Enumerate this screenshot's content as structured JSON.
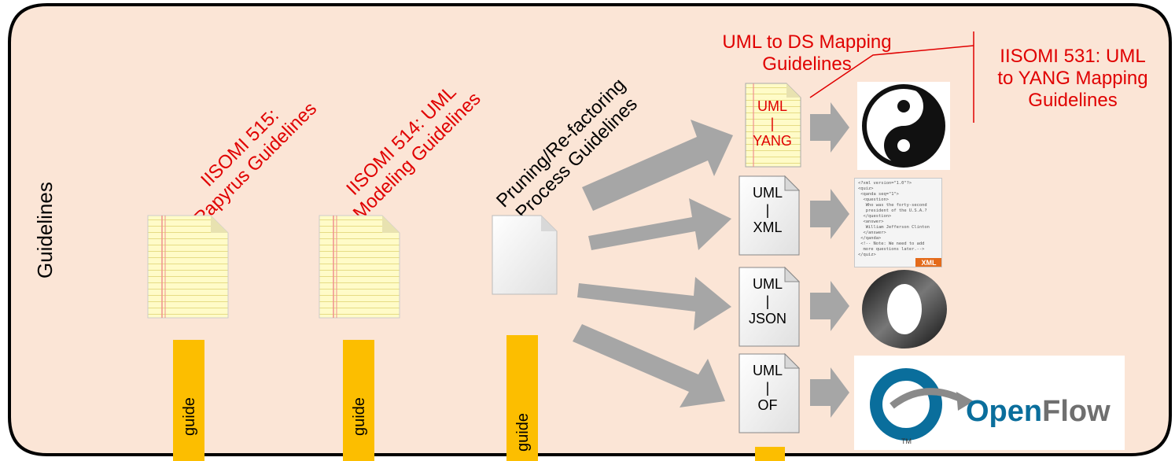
{
  "panel": {
    "title": "Guidelines",
    "background": "#fbe5d6",
    "border": "#000000"
  },
  "guidelines": [
    {
      "title_line1": "IISOMI 515:",
      "title_line2": "Papyrus Guidelines",
      "tag": "guide",
      "color": "#e00000"
    },
    {
      "title_line1": "IISOMI 514: UML",
      "title_line2": "Modeling Guidelines",
      "tag": "guide",
      "color": "#e00000"
    },
    {
      "title_line1": "Pruning/Re-factoring",
      "title_line2": "Process Guidelines",
      "tag": "guide",
      "color": "#000000"
    }
  ],
  "mapping": {
    "title_line1": "UML to DS Mapping",
    "title_line2": "Guidelines",
    "callout_line1": "IISOMI 531: UML",
    "callout_line2": "to YANG Mapping",
    "callout_line3": "Guidelines"
  },
  "documents": [
    {
      "line1": "UML",
      "line2": "|",
      "line3": "YANG",
      "style": "notepad",
      "text_color": "#e00000"
    },
    {
      "line1": "UML",
      "line2": "|",
      "line3": "XML",
      "style": "blank",
      "text_color": "#000000"
    },
    {
      "line1": "UML",
      "line2": "|",
      "line3": "JSON",
      "style": "blank",
      "text_color": "#000000"
    },
    {
      "line1": "UML",
      "line2": "|",
      "line3": "OF",
      "style": "blank",
      "text_color": "#000000"
    }
  ],
  "targets": {
    "xml_lines": [
      "<?xml version=\"1.0\"?>",
      "<quiz>",
      " <qanda seq=\"1\">",
      "  <question>",
      "   Who was the forty-second",
      "   president of the U.S.A.?",
      "  </question>",
      "  <answer>",
      "   William Jefferson Clinton",
      "  </answer>",
      " </qanda>",
      " <!-- Note: We need to add",
      "  more questions later.-->",
      "</quiz>"
    ],
    "xml_badge": "XML",
    "openflow_part1": "Open",
    "openflow_part2": "Flow",
    "openflow_tm": "TM"
  },
  "colors": {
    "arrow": "#a6a6a6",
    "tag": "#fcbe00",
    "red": "#e00000"
  }
}
